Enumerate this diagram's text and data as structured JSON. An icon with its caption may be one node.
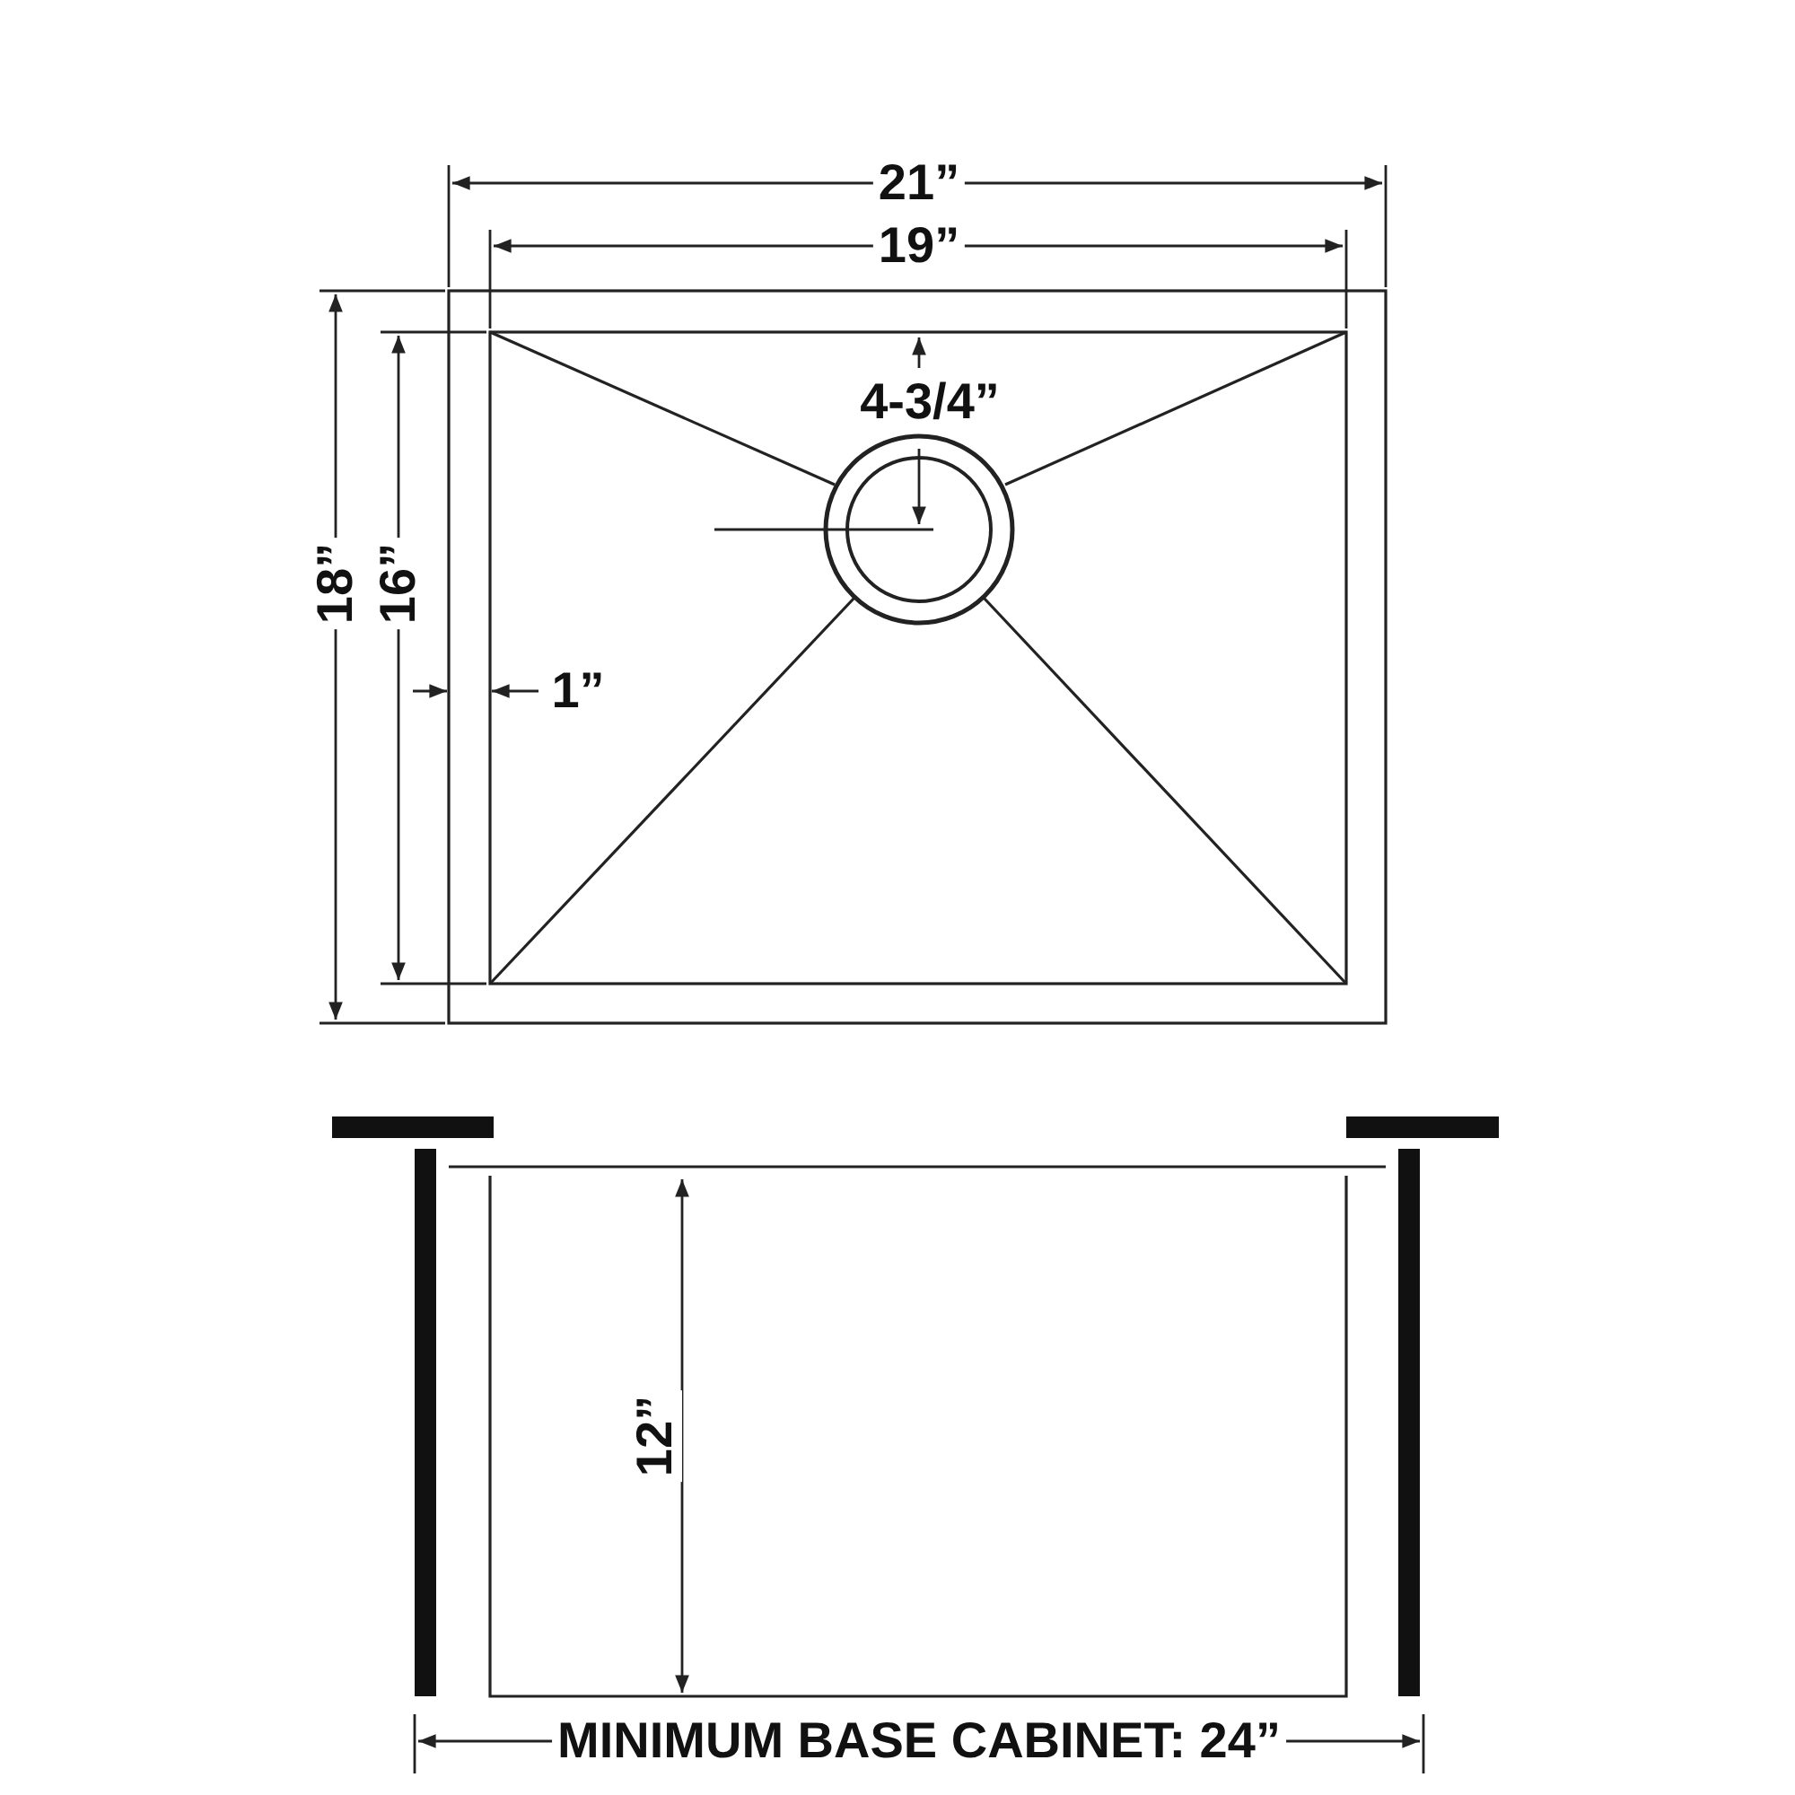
{
  "diagram": {
    "labels": [
      "21”",
      "19”",
      "4-3/4”",
      "18”",
      "16”",
      "1”",
      "12”",
      "MINIMUM BASE CABINET: 24”"
    ]
  }
}
